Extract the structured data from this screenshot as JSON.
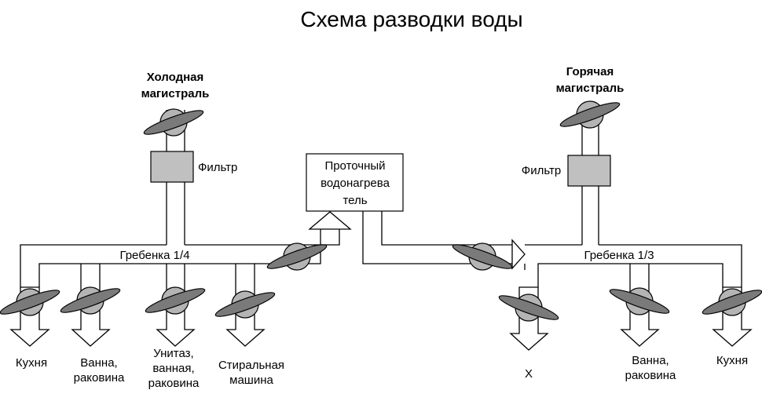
{
  "title": "Схема разводки воды",
  "cold_main": {
    "line1": "Холодная",
    "line2": "магистраль",
    "filter": "Фильтр"
  },
  "hot_main": {
    "line1": "Горячая",
    "line2": "магистраль",
    "filter": "Фильтр"
  },
  "heater": {
    "line1": "Проточный",
    "line2": "водонагрева",
    "line3": "тель"
  },
  "manifold_left": "Гребенка 1/4",
  "manifold_right": "Гребенка 1/3",
  "outlets_left": [
    {
      "lines": [
        "Кухня"
      ]
    },
    {
      "lines": [
        "Ванна,",
        "раковина"
      ]
    },
    {
      "lines": [
        "Унитаз,",
        "ванная,",
        "раковина"
      ]
    },
    {
      "lines": [
        "Стиральная",
        "машина"
      ]
    }
  ],
  "outlets_right": [
    {
      "lines": [
        "X"
      ]
    },
    {
      "lines": [
        "Ванна,",
        "раковина"
      ]
    },
    {
      "lines": [
        "Кухня"
      ]
    }
  ],
  "colors": {
    "valve_body": "#b4b4b4",
    "valve_handle": "#7a7a7a",
    "filter": "#c0c0c0",
    "line": "#000000"
  }
}
